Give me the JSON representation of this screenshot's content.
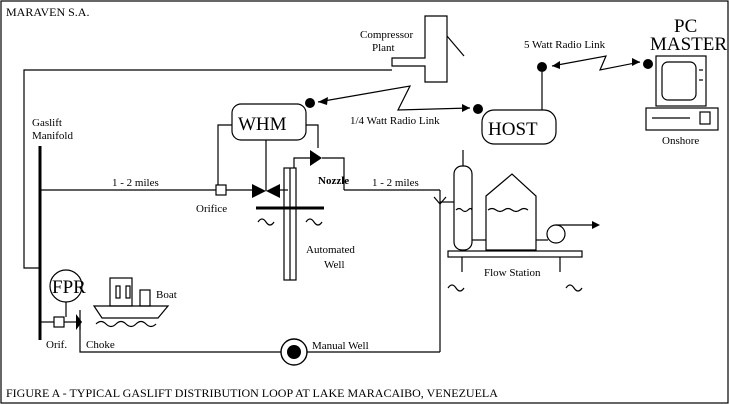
{
  "company": "MARAVEN S.A.",
  "caption": "FIGURE A - TYPICAL GASLIFT DISTRIBUTION LOOP AT LAKE MARACAIBO, VENEZUELA",
  "labels": {
    "compressor_line1": "Compressor",
    "compressor_line2": "Plant",
    "radio_5w": "5 Watt Radio Link",
    "pc_line1": "PC",
    "pc_line2": "MASTER",
    "onshore": "Onshore",
    "host": "HOST",
    "radio_quarter": "1/4 Watt Radio Link",
    "whm": "WHM",
    "gaslift_line1": "Gaslift",
    "gaslift_line2": "Manifold",
    "dist_left": "1 - 2 miles",
    "dist_right": "1 - 2 miles",
    "nozzle": "Nozzle",
    "orifice": "Orifice",
    "automated_line1": "Automated",
    "automated_line2": "Well",
    "flow_station": "Flow Station",
    "fpr": "FPR",
    "boat": "Boat",
    "orif": "Orif.",
    "choke": "Choke",
    "manual_well": "Manual Well"
  }
}
